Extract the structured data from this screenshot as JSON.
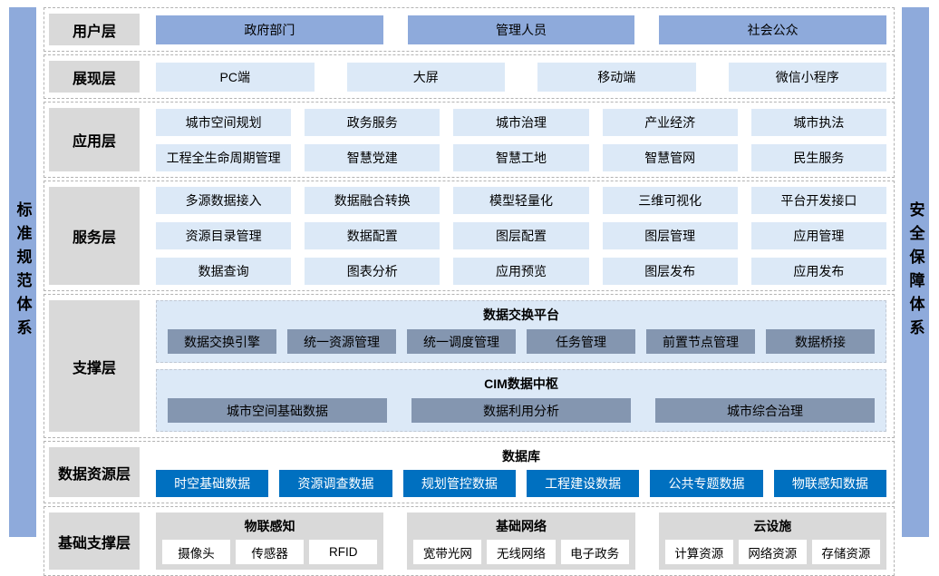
{
  "pillars": {
    "left": "标准规范体系",
    "right": "安全保障体系"
  },
  "colors": {
    "pillar_blue": "#8EAADB",
    "label_gray": "#D9D9D9",
    "item_medium_blue": "#8EAADB",
    "item_light_blue": "#DCE9F7",
    "item_gray_blue": "#8496B0",
    "item_bright_blue": "#0070C0",
    "row_border": "#B3B3B3"
  },
  "layers": [
    {
      "name": "用户层",
      "items": [
        "政府部门",
        "管理人员",
        "社会公众"
      ]
    },
    {
      "name": "展现层",
      "items": [
        "PC端",
        "大屏",
        "移动端",
        "微信小程序"
      ]
    },
    {
      "name": "应用层",
      "rows": [
        [
          "城市空间规划",
          "政务服务",
          "城市治理",
          "产业经济",
          "城市执法"
        ],
        [
          "工程全生命周期管理",
          "智慧党建",
          "智慧工地",
          "智慧管网",
          "民生服务"
        ]
      ]
    },
    {
      "name": "服务层",
      "rows": [
        [
          "多源数据接入",
          "数据融合转换",
          "模型轻量化",
          "三维可视化",
          "平台开发接口"
        ],
        [
          "资源目录管理",
          "数据配置",
          "图层配置",
          "图层管理",
          "应用管理"
        ],
        [
          "数据查询",
          "图表分析",
          "应用预览",
          "图层发布",
          "应用发布"
        ]
      ]
    },
    {
      "name": "支撑层",
      "panels": [
        {
          "title": "数据交换平台",
          "items": [
            "数据交换引擎",
            "统一资源管理",
            "统一调度管理",
            "任务管理",
            "前置节点管理",
            "数据桥接"
          ]
        },
        {
          "title": "CIM数据中枢",
          "items": [
            "城市空间基础数据",
            "数据利用分析",
            "城市综合治理"
          ]
        }
      ]
    },
    {
      "name": "数据资源层",
      "title": "数据库",
      "items": [
        "时空基础数据",
        "资源调查数据",
        "规划管控数据",
        "工程建设数据",
        "公共专题数据",
        "物联感知数据"
      ]
    },
    {
      "name": "基础支撑层",
      "groups": [
        {
          "title": "物联感知",
          "items": [
            "摄像头",
            "传感器",
            "RFID"
          ]
        },
        {
          "title": "基础网络",
          "items": [
            "宽带光网",
            "无线网络",
            "电子政务"
          ]
        },
        {
          "title": "云设施",
          "items": [
            "计算资源",
            "网络资源",
            "存储资源"
          ]
        }
      ]
    }
  ]
}
